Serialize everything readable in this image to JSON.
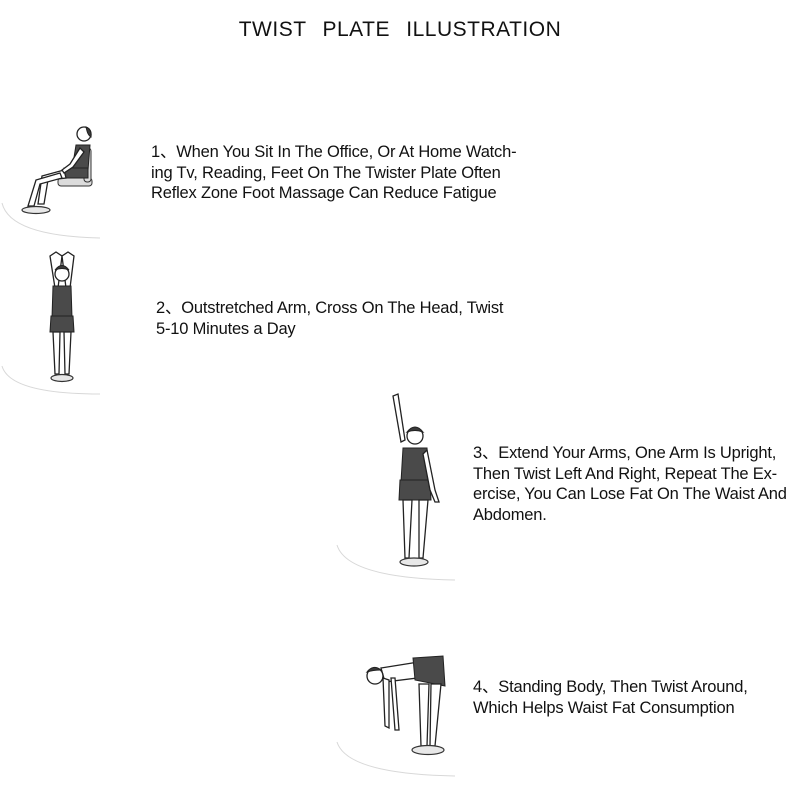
{
  "title": "TWIST   PLATE   ILLUSTRATION",
  "steps": [
    {
      "text": "1、When You Sit In The Office, Or At Home Watch-\ning Tv, Reading, Feet On The Twister Plate Often\nReflex Zone Foot Massage Can Reduce Fatigue",
      "figure_icon": "seated-woman-icon"
    },
    {
      "text": "2、Outstretched Arm, Cross On The Head, Twist\n5-10 Minutes a Day",
      "figure_icon": "arms-overhead-woman-icon"
    },
    {
      "text": "3、Extend Your Arms, One Arm Is Upright,\nThen Twist Left And Right, Repeat The Ex-\nercise, You Can Lose Fat On The Waist And\nAbdomen.",
      "figure_icon": "one-arm-up-woman-icon"
    },
    {
      "text": "4、Standing Body, Then Twist Around,\nWhich Helps Waist Fat Consumption",
      "figure_icon": "bending-woman-icon"
    }
  ],
  "colors": {
    "text": "#111111",
    "clothing": "#4a4a4a",
    "background": "#ffffff"
  }
}
